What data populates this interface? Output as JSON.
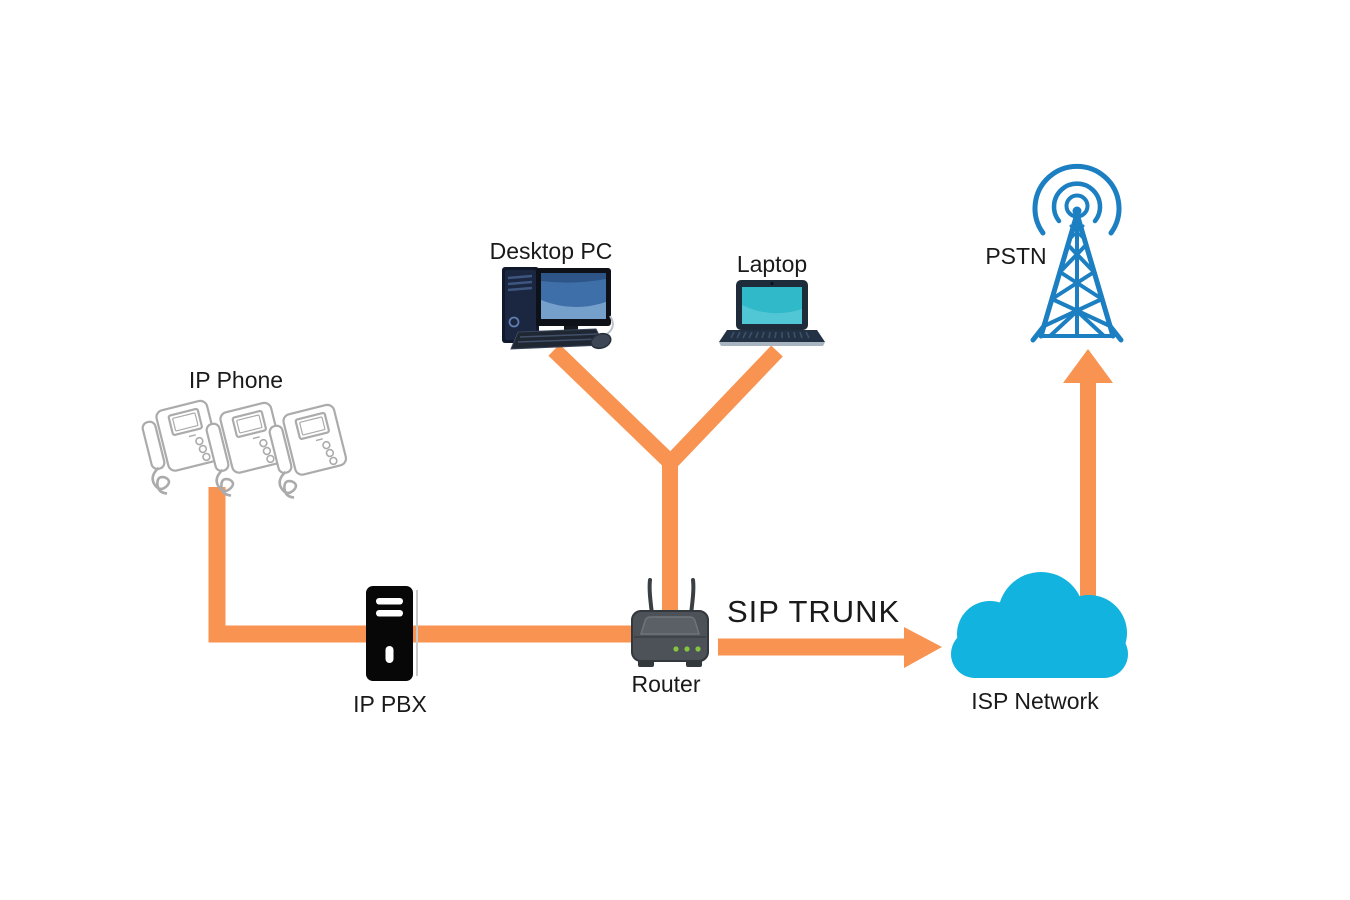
{
  "diagram": {
    "type": "network-topology",
    "nodes": {
      "ip_phone": {
        "label": "IP Phone",
        "icon": "desk-phone-icon",
        "count": 3
      },
      "ip_pbx": {
        "label": "IP PBX",
        "icon": "server-tower-icon"
      },
      "router": {
        "label": "Router",
        "icon": "router-icon"
      },
      "desktop_pc": {
        "label": "Desktop PC",
        "icon": "desktop-computer-icon"
      },
      "laptop": {
        "label": "Laptop",
        "icon": "laptop-icon"
      },
      "isp_network": {
        "label": "ISP Network",
        "icon": "cloud-icon"
      },
      "pstn": {
        "label": "PSTN",
        "icon": "radio-tower-icon"
      }
    },
    "connections": [
      {
        "from": "ip_phone",
        "to": "ip_pbx",
        "label": "",
        "arrow": false
      },
      {
        "from": "ip_pbx",
        "to": "router",
        "label": "",
        "arrow": false
      },
      {
        "from": "desktop_pc",
        "to": "router",
        "label": "",
        "arrow": false
      },
      {
        "from": "laptop",
        "to": "router",
        "label": "",
        "arrow": false
      },
      {
        "from": "router",
        "to": "isp_network",
        "label": "SIP TRUNK",
        "arrow": true
      },
      {
        "from": "isp_network",
        "to": "pstn",
        "label": "",
        "arrow": true
      }
    ],
    "colors": {
      "connector": "#F89351",
      "cloud": "#12B3DF",
      "tower": "#1B7FC2",
      "text": "#1A1A1A",
      "led": "#85C440"
    }
  }
}
